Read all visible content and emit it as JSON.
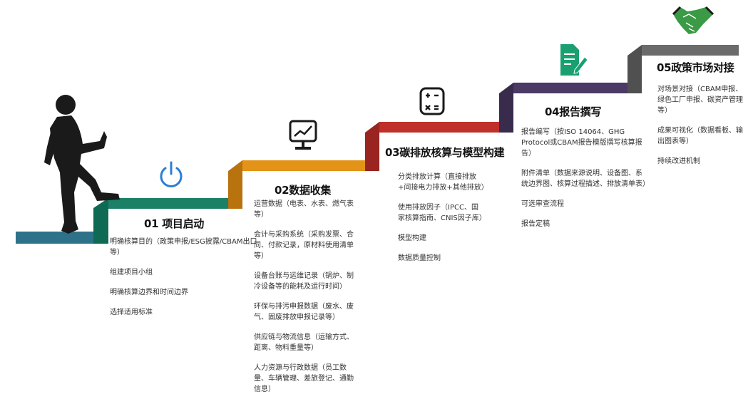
{
  "colors": {
    "start_bar": "#2e7289",
    "step1": "#1a8066",
    "step2": "#e39418",
    "step3": "#c0302b",
    "step4": "#4b3a63",
    "step5": "#6b6b6b",
    "figure": "#1a1a1a",
    "power_icon": "#2a7fd4",
    "doc_icon": "#1aa070",
    "handshake_icon": "#3a9a45"
  },
  "steps": [
    {
      "title": "01 项目启动",
      "icon": "power-icon",
      "items": [
        "明确核算目的（政策申报/ESG披露/CBAM出口等）",
        "组建项目小组",
        "明确核算边界和时间边界",
        "选择适用标准"
      ]
    },
    {
      "title": "02数据收集",
      "icon": "monitor-chart-icon",
      "items": [
        "运营数据（电表、水表、燃气表等）",
        "会计与采购系统（采购发票、合同、付款记录，原材料使用清单等）",
        "设备台账与运维记录（锅炉、制冷设备等的能耗及运行时间）",
        "环保与排污申报数据（废水、废气、固废排放申报记录等）",
        "供应链与物流信息（运输方式、距离、物料重量等）",
        "人力资源与行政数据（员工数量、车辆管理、差旅登记、通勤信息）"
      ]
    },
    {
      "title": "03碳排放核算与模型构建",
      "icon": "calculator-icon",
      "items": [
        "分类排放计算（直接排放+间接电力排放+其他排放）",
        "使用排放因子（IPCC、国家核算指南、CNIS因子库）",
        "模型构建",
        "数据质量控制"
      ]
    },
    {
      "title": "04报告撰写",
      "icon": "document-edit-icon",
      "items": [
        "报告编写（按ISO 14064、GHG Protocol或CBAM报告模版撰写核算报告）",
        "附件清单（数据来源说明、设备图、系统边界图、核算过程描述、排放清单表）",
        "可选审查流程",
        "报告定稿"
      ]
    },
    {
      "title": "05政策市场对接",
      "icon": "handshake-icon",
      "items": [
        "对场景对接（CBAM申报、绿色工厂申报、碳资产管理等）",
        "成果可视化（数据看板、输出图表等）",
        "持续改进机制"
      ]
    }
  ]
}
